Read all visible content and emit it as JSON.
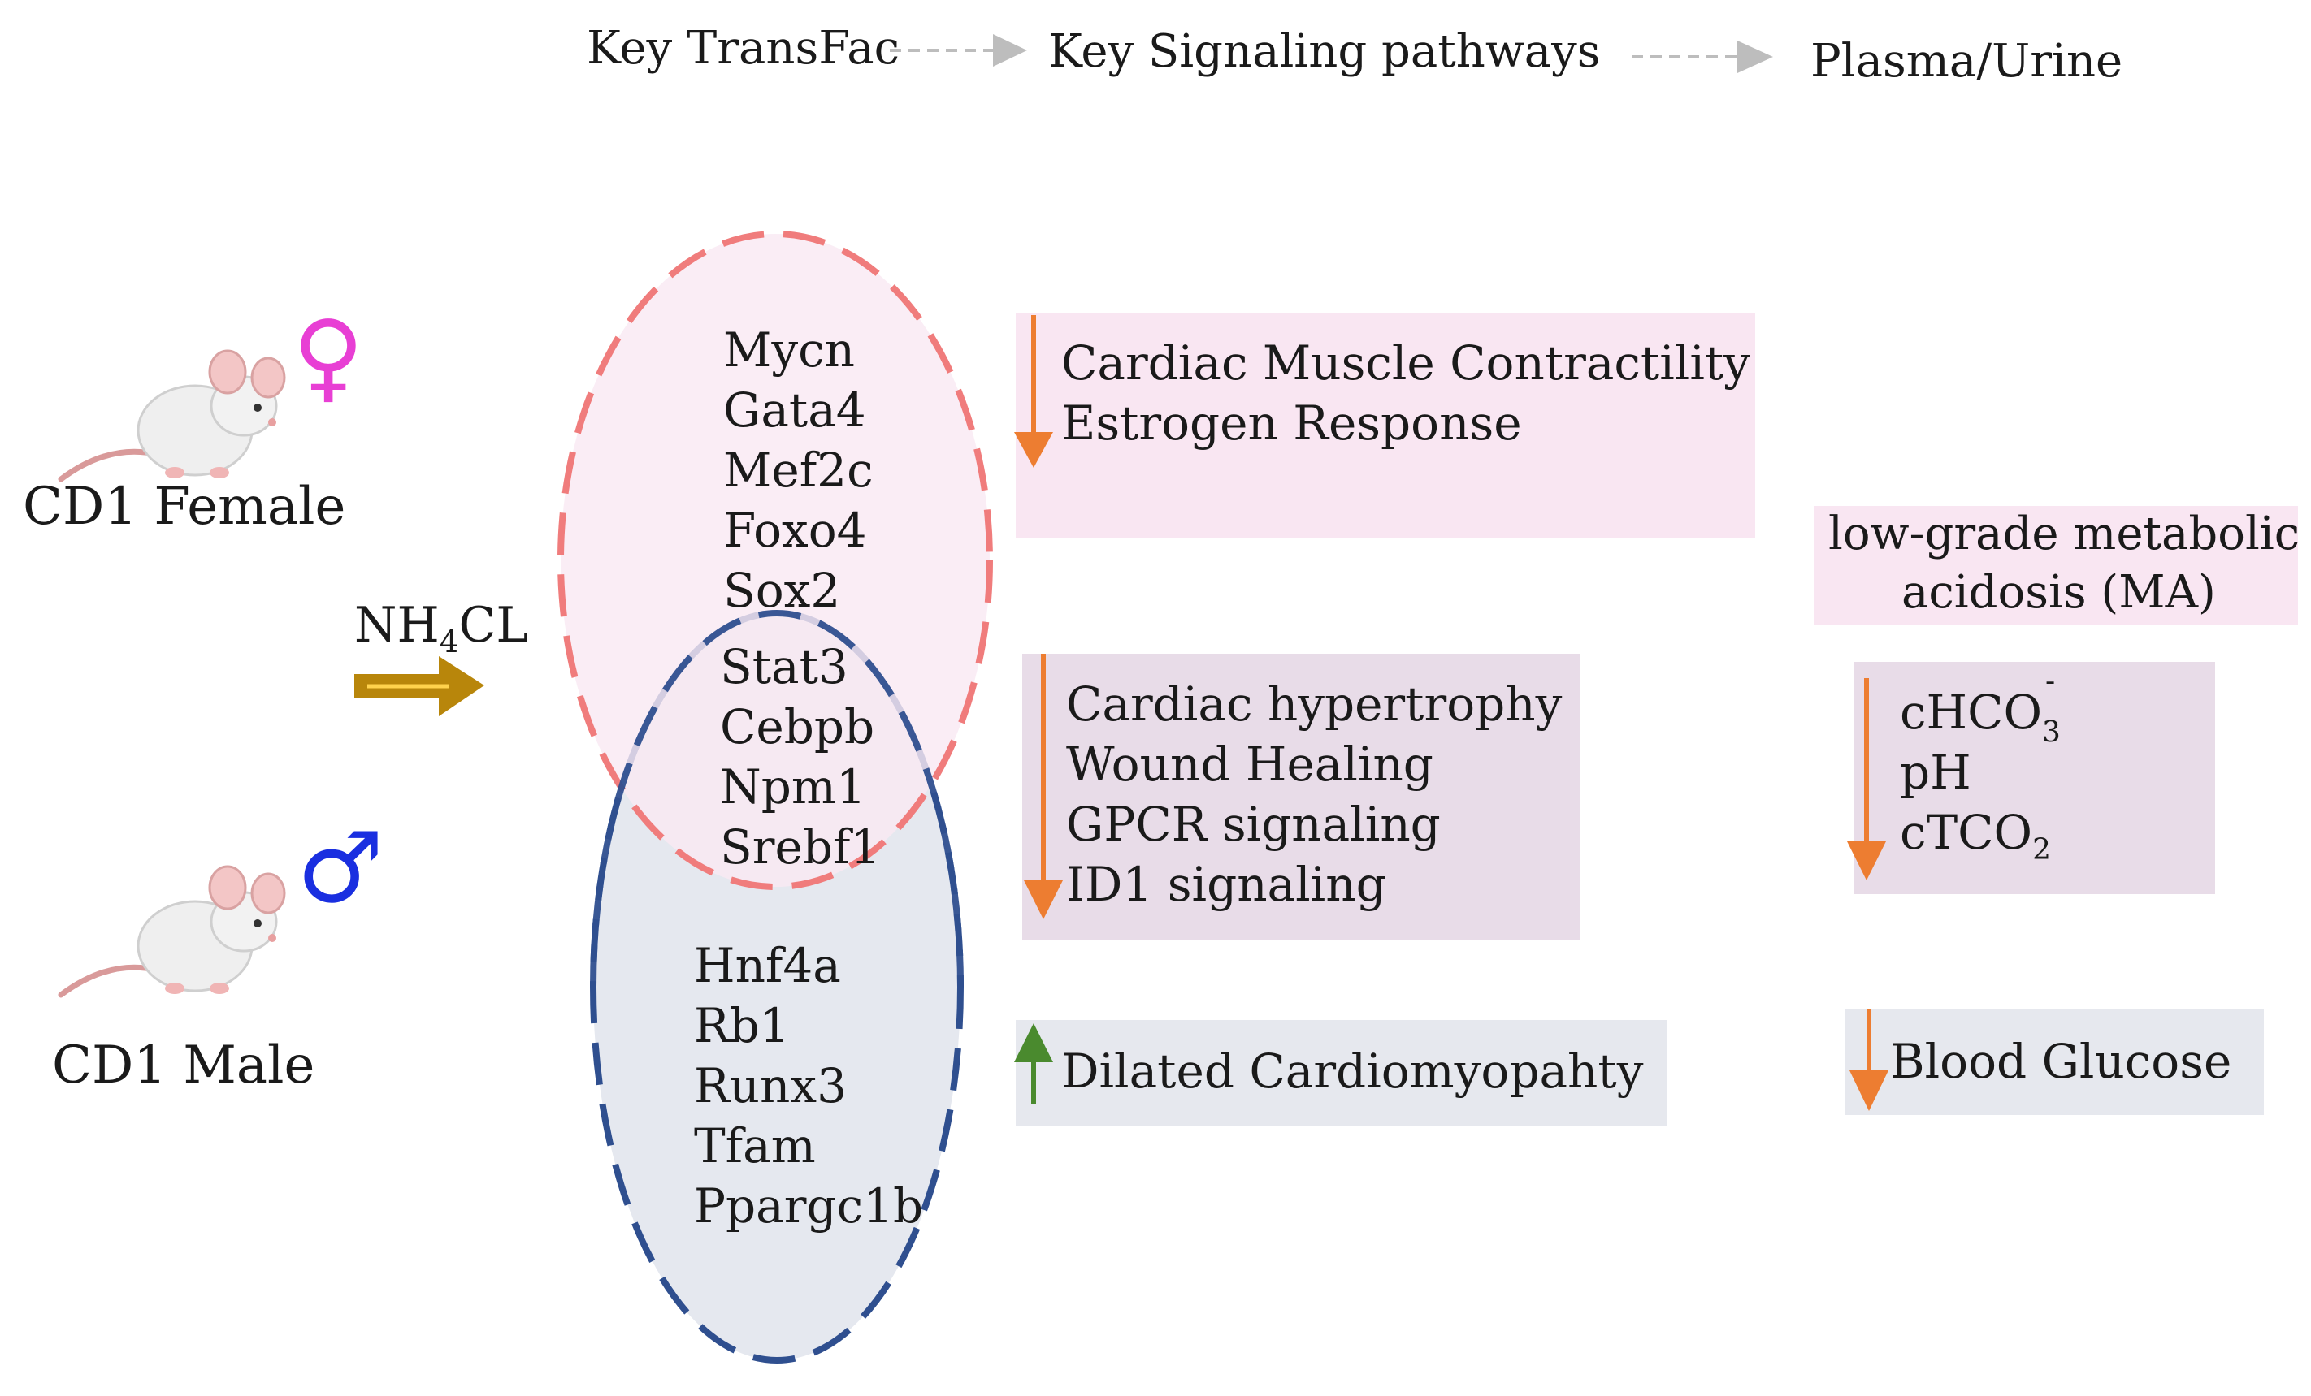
{
  "legend": {
    "key_transfac": "Key TransFac",
    "key_signaling": "Key Signaling pathways",
    "plasma_urine": "Plasma/Urine",
    "arrow_color": "#bdbdbd"
  },
  "mice": {
    "female_label": "CD1 Female",
    "male_label": "CD1 Male",
    "female_symbol": "♀",
    "male_symbol": "♂",
    "female_symbol_color": "#e83fd4",
    "male_symbol_color": "#1a2fe0"
  },
  "treatment": {
    "main": "NH",
    "subscript": "4",
    "suffix": "CL",
    "arrow_color": "#b8860b"
  },
  "ellipses": {
    "female_color": "#f07c7c",
    "female_fill": "#f9e9f3",
    "male_color": "#2f4f8f",
    "male_fill": "#e5e8ef",
    "female_genes": [
      "Mycn",
      "Gata4",
      "Mef2c",
      "Foxo4",
      "Sox2"
    ],
    "shared_genes": [
      "Stat3",
      "Cebpb",
      "Npm1",
      "Srebf1"
    ],
    "male_genes": [
      "Hnf4a",
      "Rb1",
      "Runx3",
      "Tfam",
      "Ppargc1b"
    ]
  },
  "pathways": {
    "female": {
      "items": [
        "Cardiac Muscle Contractility",
        "Estrogen Response"
      ],
      "direction": "down",
      "fill": "#f9e6f2"
    },
    "shared": {
      "items": [
        "Cardiac hypertrophy",
        "Wound Healing",
        "GPCR signaling",
        "ID1 signaling"
      ],
      "direction": "down",
      "fill": "#e8dce8"
    },
    "male": {
      "items": [
        "Dilated Cardiomyopahty"
      ],
      "direction": "up",
      "fill": "#e6e8ee"
    }
  },
  "plasma": {
    "female": {
      "line1": "low-grade metabolic",
      "line2": "acidosis (MA)",
      "fill": "#f9e6f2"
    },
    "shared": {
      "item1_main": "cHCO",
      "item1_sub": "3",
      "item1_sup": "-",
      "item2": "pH",
      "item3_main": "cTCO",
      "item3_sub": "2",
      "direction": "down",
      "fill": "#e8dce8"
    },
    "male": {
      "item": "Blood Glucose",
      "direction": "down",
      "fill": "#e6e8ee"
    }
  },
  "colors": {
    "down_arrow": "#ed7d31",
    "up_arrow": "#4a8a2e"
  }
}
